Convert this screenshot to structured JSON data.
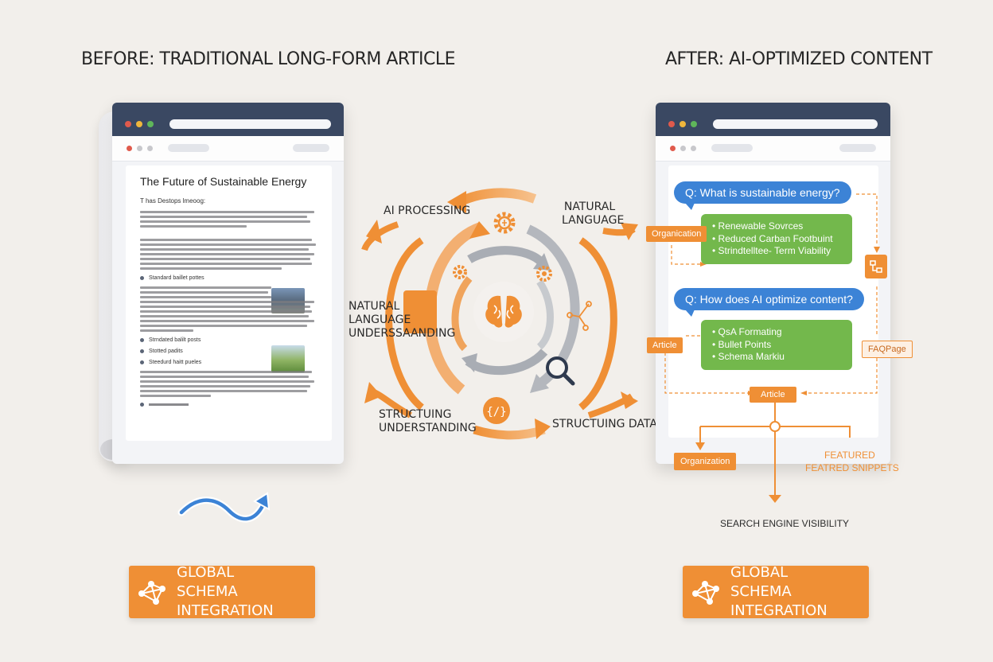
{
  "left_heading": "BEFORE: TRADITIONAL LONG-FORM ARTICLE",
  "right_heading": "AFTER: AI-OPTIMIZED CONTENT",
  "article": {
    "title": "The Future of Sustainable Energy",
    "subtitle": "T has Destops lmeoog:",
    "bullets": [
      "Standard baillet pottes",
      "Strndated balilt posts",
      "Stotted padits",
      "Steedurd haitt pueles"
    ]
  },
  "process": {
    "ai_processing": "AI PROCESSING",
    "natural_language": "NATURAL LANGUAGE",
    "nlu": "NATURAL LANGUAGE UNDERSSAANDING",
    "structuring_understanding": "STRUCTUING UNDERSTANDING",
    "structuring_data": "STRUCTUING DATA"
  },
  "qa": [
    {
      "question": "Q: What is sustainable energy?",
      "answers": [
        "Renewable Sovrces",
        "Reduced Carban Footbuint",
        "Strindtelltee- Term Viability"
      ]
    },
    {
      "question": "Q: How does AI optimize content?",
      "answers": [
        "QsA Formating",
        "Bullet Points",
        "Schema Markiu"
      ]
    }
  ],
  "schema_tags": {
    "organization_top": "Organication",
    "article_left": "Article",
    "faq": "FAQPage",
    "article_center": "Article",
    "organization_bottom": "Organization",
    "featured_top": "FEATURED",
    "featured_bottom": "FEATRED SNIPPETS"
  },
  "visibility_label": "SEARCH ENGINE VISIBILITY",
  "schema_button_left": "GLOBAL SCHEMA INTEGRATION",
  "schema_button_right": "GLOBAL SCHEMA INTEGRATION",
  "colors": {
    "orange": "#ef8f35",
    "blue": "#3c83d6",
    "green": "#73b84c",
    "navy": "#3a4862",
    "gray": "#a9adb4"
  },
  "icons": [
    "brain-icon",
    "gear-icon",
    "magnifier-icon",
    "code-icon",
    "network-icon",
    "wave-arrow-icon"
  ]
}
